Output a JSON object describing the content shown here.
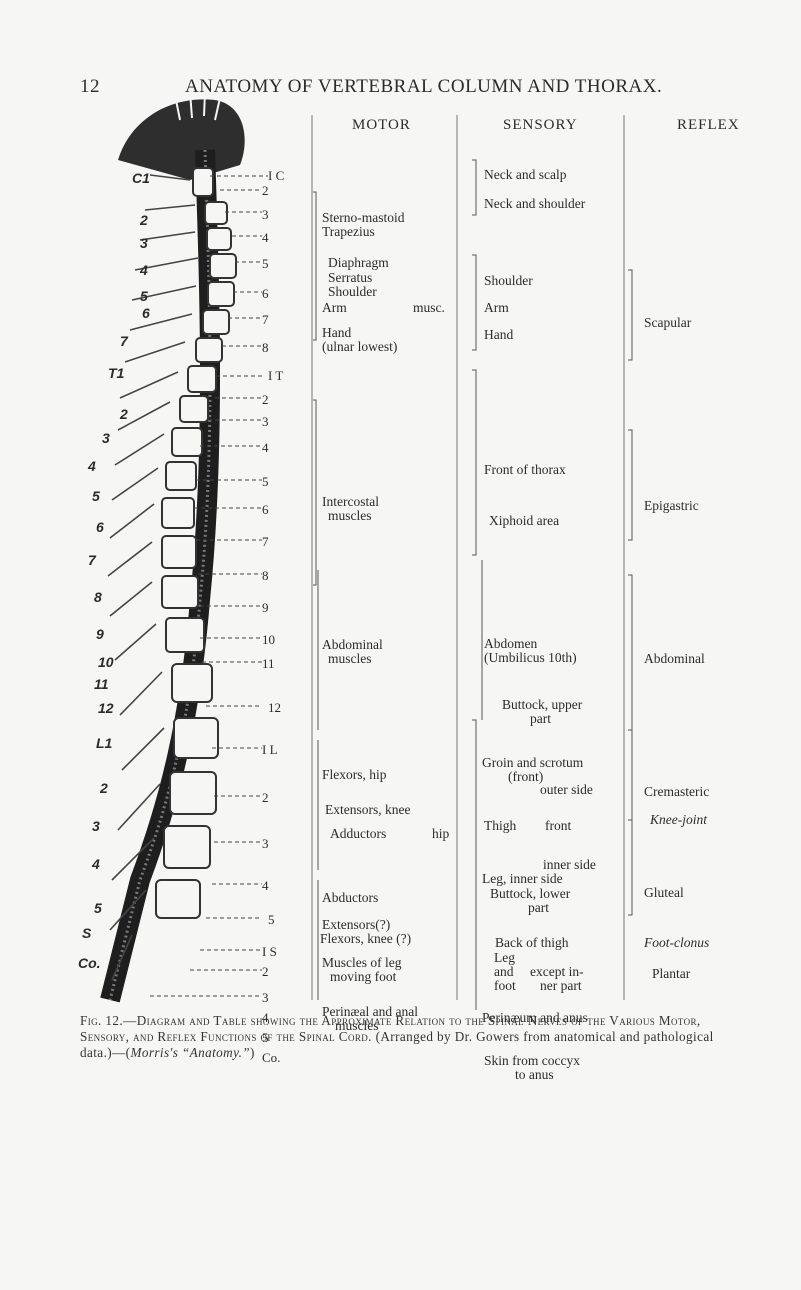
{
  "page": {
    "number": "12",
    "running_head": "ANATOMY OF VERTEBRAL COLUMN AND THORAX."
  },
  "columns": {
    "motor": "MOTOR",
    "sensory": "SENSORY",
    "reflex": "REFLEX"
  },
  "segments": {
    "cord": [
      "I C",
      "2",
      "3",
      "4",
      "5",
      "6",
      "7",
      "8",
      "I T",
      "2",
      "3",
      "4",
      "5",
      "6",
      "7",
      "8",
      "9",
      "10",
      "11",
      "12",
      "I L",
      "2",
      "3",
      "4",
      "5",
      "I S",
      "2",
      "3",
      "4",
      "5",
      "Co."
    ],
    "vertebrae": [
      "C1",
      "2",
      "3",
      "4",
      "5",
      "6",
      "7",
      "T1",
      "2",
      "3",
      "4",
      "5",
      "6",
      "7",
      "8",
      "9",
      "10",
      "11",
      "12",
      "L1",
      "2",
      "3",
      "4",
      "5",
      "S",
      "Co."
    ]
  },
  "motor": {
    "sterno": "Sterno-mastoid",
    "trapezius": "Trapezius",
    "diaphragm": "Diaphragm",
    "serratus": "Serratus",
    "shoulder": "Shoulder",
    "arm": "Arm",
    "musc": "musc.",
    "hand": "Hand",
    "ulnar": "(ulnar lowest)",
    "intercostal1": "Intercostal",
    "intercostal2": "muscles",
    "abdominal1": "Abdominal",
    "abdominal2": "muscles",
    "flexors_hip": "Flexors, hip",
    "extensors_knee": "Extensors, knee",
    "adductors": "Adductors",
    "hip": "hip",
    "abductors": "Abductors",
    "extensors_q": "Extensors(?)",
    "flexors_knee": "Flexors, knee (?)",
    "muscles_leg": "Muscles of leg",
    "moving_foot": "moving foot",
    "perinaeal1": "Perinæal and anal",
    "perinaeal2": "muscles"
  },
  "sensory": {
    "neck_scalp": "Neck and scalp",
    "neck_shoulder": "Neck and shoulder",
    "shoulder": "Shoulder",
    "arm": "Arm",
    "hand": "Hand",
    "front_thorax": "Front of thorax",
    "xiphoid": "Xiphoid area",
    "abdomen": "Abdomen",
    "umbilicus": "(Umbilicus 10th)",
    "buttock_upper1": "Buttock, upper",
    "buttock_upper2": "part",
    "groin1": "Groin and scrotum",
    "groin2": "(front)",
    "outer_side": "outer side",
    "thigh": "Thigh",
    "front": "front",
    "inner_side": "inner side",
    "leg_inner": "Leg, inner side",
    "buttock_lower1": "Buttock, lower",
    "buttock_lower2": "part",
    "back_thigh": "Back of thigh",
    "leg": "Leg",
    "and": "and",
    "foot": "foot",
    "except1": "except in-",
    "except2": "ner part",
    "perinaeum": "Perinæum and anus",
    "skin1": "Skin from coccyx",
    "skin2": "to anus"
  },
  "reflex": {
    "scapular": "Scapular",
    "epigastric": "Epigastric",
    "abdominal": "Abdominal",
    "cremasteric": "Cremasteric",
    "knee_joint": "Knee-joint",
    "gluteal": "Gluteal",
    "foot_clonus": "Foot-clonus",
    "plantar": "Plantar"
  },
  "caption": {
    "fig": "Fig. 12.",
    "dash": "—",
    "title": "Diagram and Table showing the Approximate Relation to the Spinal Nerves of the Various Motor, Sensory, and Reflex Functions of the Spinal Cord.",
    "body": " (Arranged by Dr. Gowers from anatomical and pathological data.)—(",
    "source": "Morris's “Anatomy.”",
    "end": ")"
  }
}
